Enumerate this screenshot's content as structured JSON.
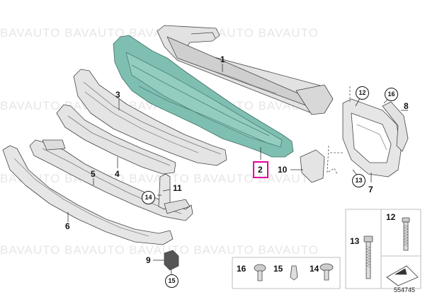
{
  "watermarks": [
    "BAVAUTO BAVAUTO BAVAUTO BAVAUTO BAVAUTO",
    "BAVAUTO BAVAUTO BAVAUTO BAVAUTO BAVAUTO",
    "BAVAUTO BAVAUTO BAVAUTO BAVAUTO BAVAUTO",
    "BAVAUTO BAVAUTO BAVAUTO BAVAUTO BAVAUTO"
  ],
  "callouts": {
    "c1": "1",
    "c2": "2",
    "c3": "3",
    "c4": "4",
    "c5": "5",
    "c6": "6",
    "c7": "7",
    "c8": "8",
    "c9": "9",
    "c10": "10",
    "c11": "11"
  },
  "circled": {
    "c12": "12",
    "c13": "13",
    "c14": "14",
    "c15": "15",
    "c16": "16"
  },
  "legend": {
    "b12": "12",
    "b13": "13",
    "b16": "16",
    "b15": "15",
    "b14": "14"
  },
  "diagram_number": "554745",
  "colors": {
    "highlight_part": "#7fbfb2",
    "highlight_box": "#e4009b",
    "part_fill": "#e9e9e9",
    "line": "#333333"
  }
}
